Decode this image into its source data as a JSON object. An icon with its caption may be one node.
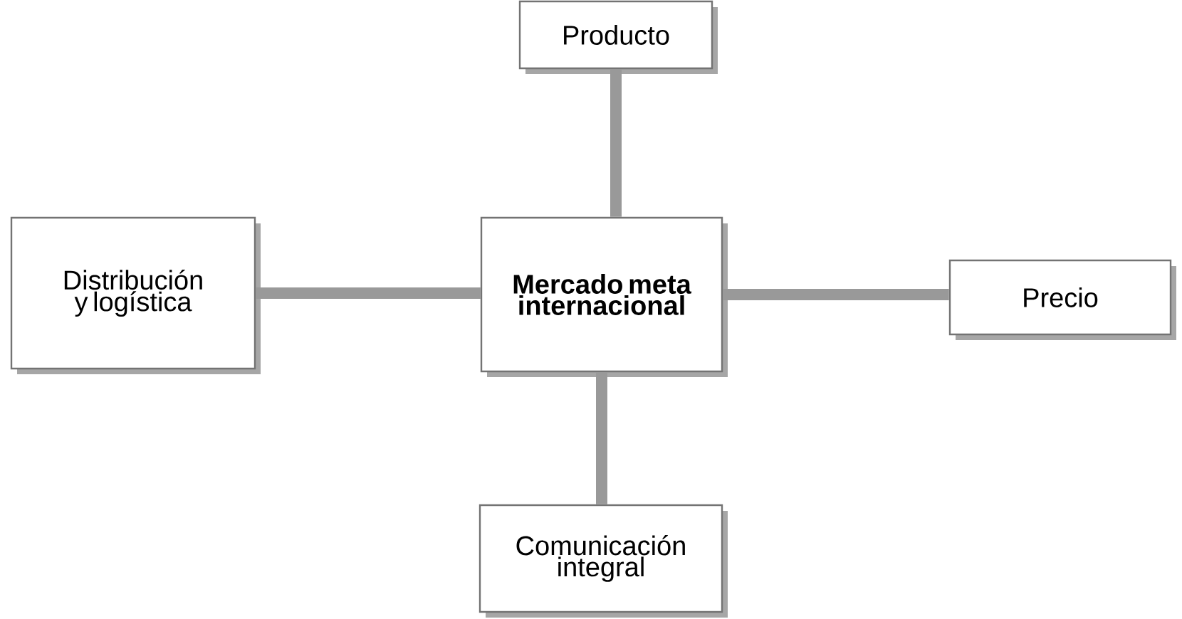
{
  "diagram": {
    "nodes": [
      {
        "text": [
          "Mercado meta internacional"
        ]
      },
      {
        "text": [
          "Producto"
        ]
      },
      {
        "text": [
          "Distribución y logística"
        ]
      },
      {
        "text": [
          "Precio"
        ]
      },
      {
        "text": [
          "Comunicación integral"
        ]
      }
    ],
    "edges": [
      {
        "from": 1,
        "to": 0,
        "arrow": "none"
      },
      {
        "from": 2,
        "to": 0,
        "arrow": "none"
      },
      {
        "from": 0,
        "to": 3,
        "arrow": "none"
      },
      {
        "from": 0,
        "to": 4,
        "arrow": "none"
      }
    ]
  }
}
